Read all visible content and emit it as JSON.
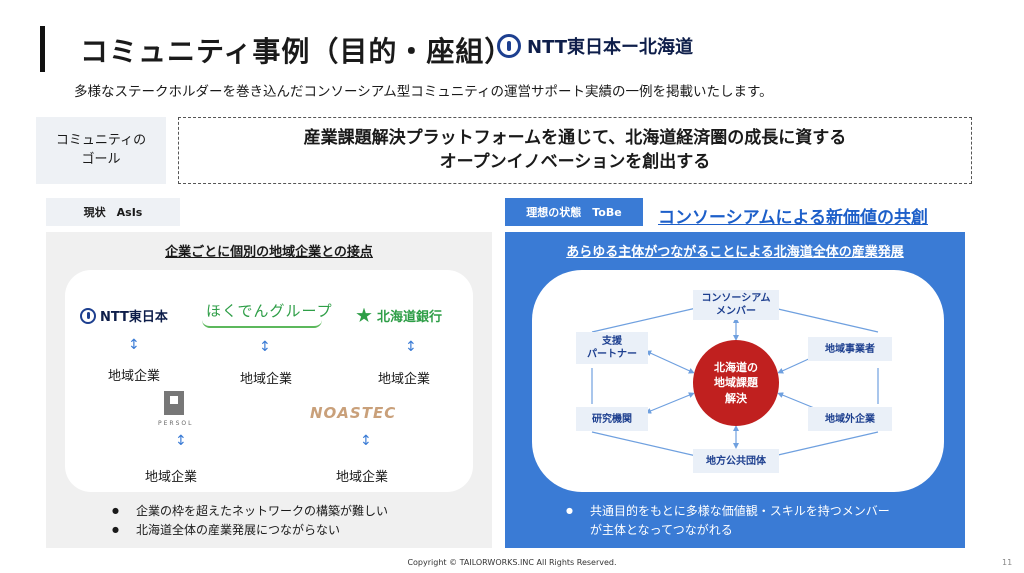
{
  "header": {
    "title": "コミュニティ事例（目的・座組）",
    "logo_text": "NTT東日本ー北海道",
    "subtitle": "多様なステークホルダーを巻き込んだコンソーシアム型コミュニティの運営サポート実績の一例を掲載いたします。"
  },
  "goal": {
    "label": "コミュニティの\nゴール",
    "text": "産業課題解決プラットフォームを通じて、北海道経済圏の成長に資する\nオープンイノベーションを創出する"
  },
  "asis": {
    "tag": "現状　AsIs",
    "heading": "企業ごとに個別の地域企業との接点",
    "companies": {
      "ntt": "NTT東日本",
      "hokuden": "ほくでんグループ",
      "hokkaido_bank": "北海道銀行",
      "persol": "PERSOL",
      "noastec": "NOASTEC"
    },
    "region_label": "地域企業",
    "bullets": [
      "企業の枠を超えたネットワークの構築が難しい",
      "北海道全体の産業発展につながらない"
    ]
  },
  "tobe": {
    "tag": "理想の状態　ToBe",
    "title": "コンソーシアムによる新価値の共創",
    "heading": "あらゆる主体がつながることによる北海道全体の産業発展",
    "center": "北海道の\n地域課題\n解決",
    "nodes": {
      "consortium": "コンソーシアム\nメンバー",
      "support": "支援\nパートナー",
      "regional_biz": "地域事業者",
      "research": "研究機関",
      "outside_biz": "地域外企業",
      "government": "地方公共団体"
    },
    "bullets": [
      "共通目的をもとに多様な価値観・スキルを持つメンバー\nが主体となってつながれる"
    ]
  },
  "footer": {
    "copyright": "Copyright © TAILORWORKS.INC All Rights Reserved.",
    "page": "11"
  },
  "colors": {
    "accent_blue": "#3a7bd5",
    "center_red": "#c0201f",
    "ntt_navy": "#1d3f8f"
  }
}
